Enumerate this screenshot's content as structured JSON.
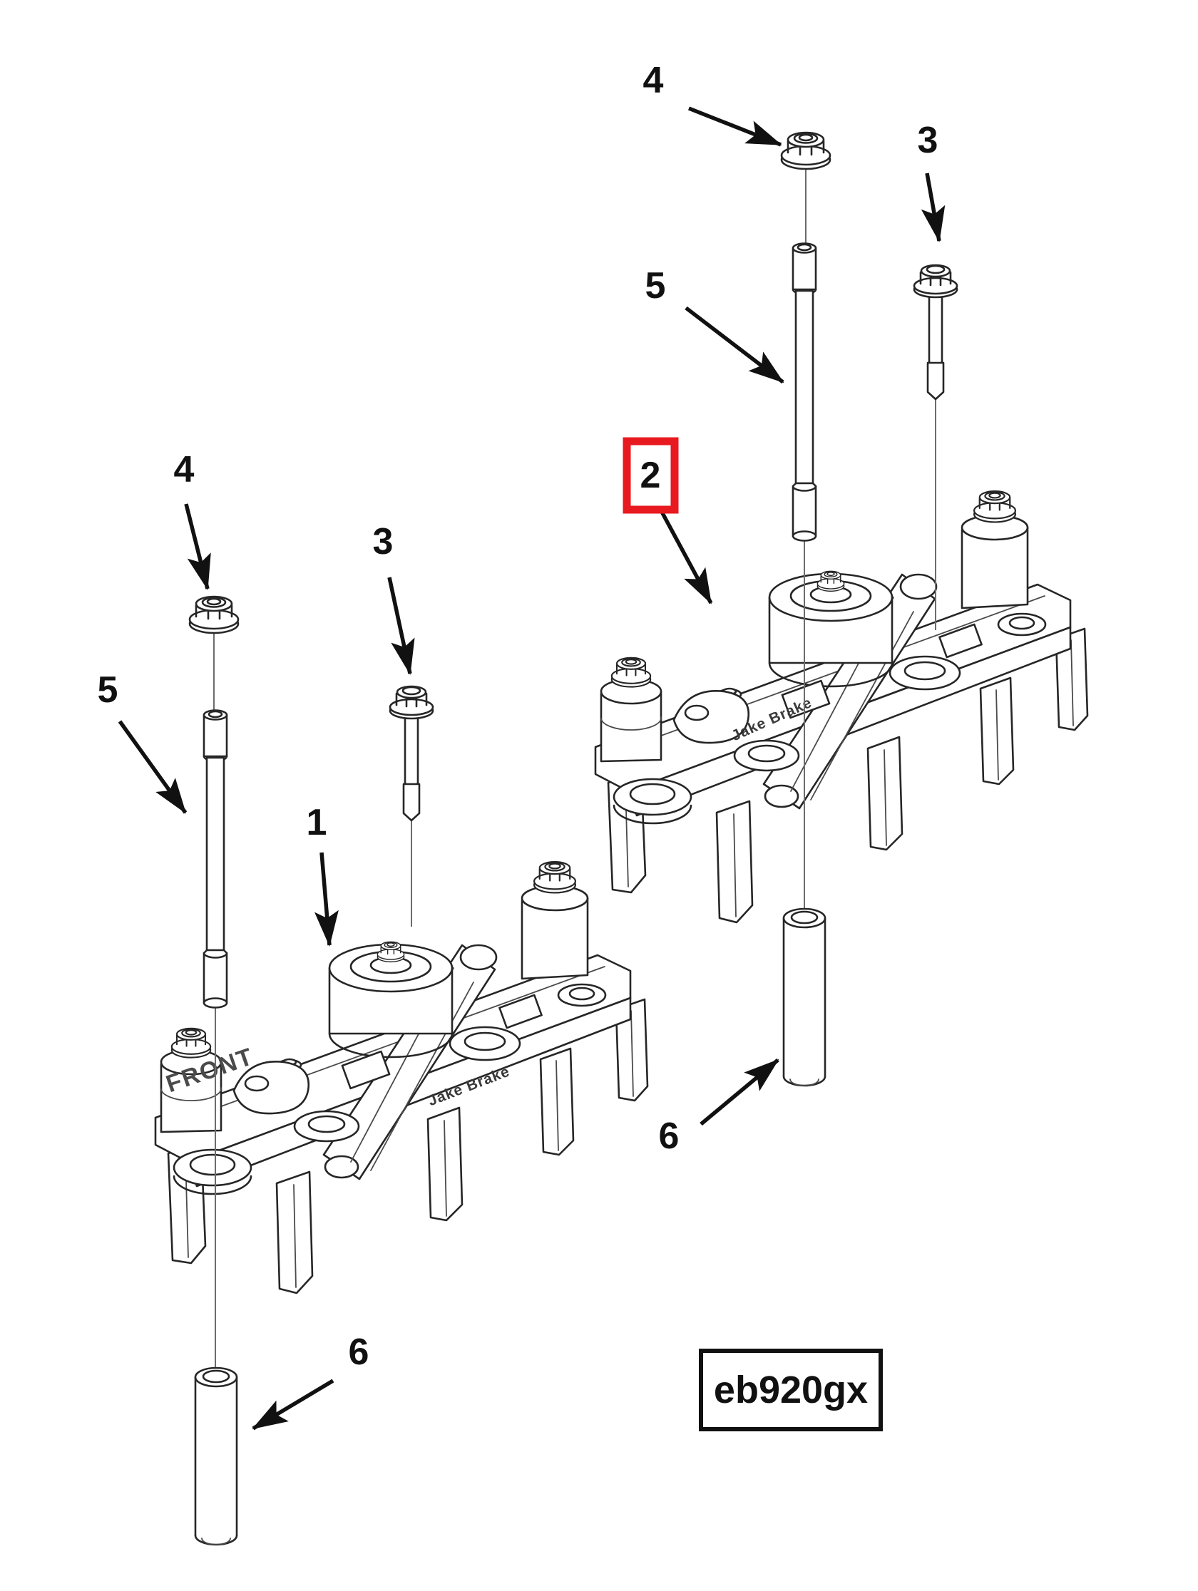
{
  "figure": {
    "part_code": "eb920gx",
    "highlighted_callout": "2",
    "colors": {
      "line": "#262626",
      "highlight": "#e8191f",
      "background": "#ffffff"
    }
  },
  "callouts": [
    {
      "label": "4",
      "position": "top",
      "highlighted": false
    },
    {
      "label": "3",
      "position": "top-right",
      "highlighted": false
    },
    {
      "label": "5",
      "position": "upper-middle",
      "highlighted": false
    },
    {
      "label": "2",
      "position": "upper-middle",
      "highlighted": true
    },
    {
      "label": "4",
      "position": "left",
      "highlighted": false
    },
    {
      "label": "3",
      "position": "left",
      "highlighted": false
    },
    {
      "label": "5",
      "position": "far-left",
      "highlighted": false
    },
    {
      "label": "1",
      "position": "center-left",
      "highlighted": false
    },
    {
      "label": "6",
      "position": "right",
      "highlighted": false
    },
    {
      "label": "6",
      "position": "bottom-left",
      "highlighted": false
    }
  ],
  "embossed_text": {
    "front": "FRONT",
    "brand": "Jake Brake"
  }
}
